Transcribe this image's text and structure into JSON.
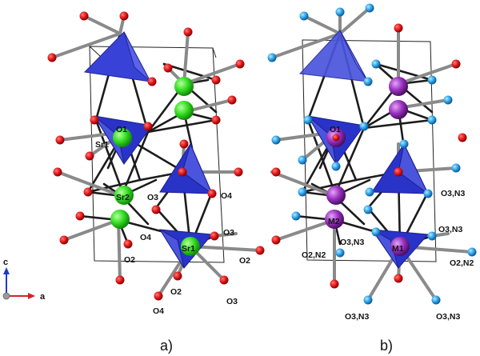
{
  "colors": {
    "tetrahedron": "#2a33c8",
    "tetrahedron_light": "#5660e0",
    "oxygen": "#e41a1c",
    "nitrogen_site": "#2ea3e8",
    "strontium": "#33dd22",
    "metal_site": "#9a30c0",
    "bond": "#7a7a7a",
    "cell_edge": "#222222"
  },
  "panel_a": {
    "caption": "a)",
    "labels": {
      "o1": "O1",
      "sr1_top": "Sr1",
      "sr2": "Sr2",
      "o3_left": "O3",
      "o4_upper": "O4",
      "o4_mid": "O4",
      "o3_mid": "O3",
      "o2_left": "O2",
      "sr1_bottom": "Sr1",
      "o2_right": "O2",
      "o2_bottom": "O2",
      "o4_bottom": "O4",
      "o3_bottom": "O3"
    }
  },
  "panel_b": {
    "caption": "b)",
    "labels": {
      "o1": "O1",
      "m2": "M2",
      "m1": "M1",
      "o3n3_right_upper": "O3,N3",
      "o3n3_right_lower": "O3,N3",
      "o3n3_mid": "O3,N3",
      "o2n2_left": "O2,N2",
      "o2n2_right": "O2,N2",
      "o3n3_bottom_left": "O3,N3",
      "o3n3_bottom_right": "O3,N3"
    }
  },
  "axes": {
    "c_label": "c",
    "a_label": "a"
  }
}
